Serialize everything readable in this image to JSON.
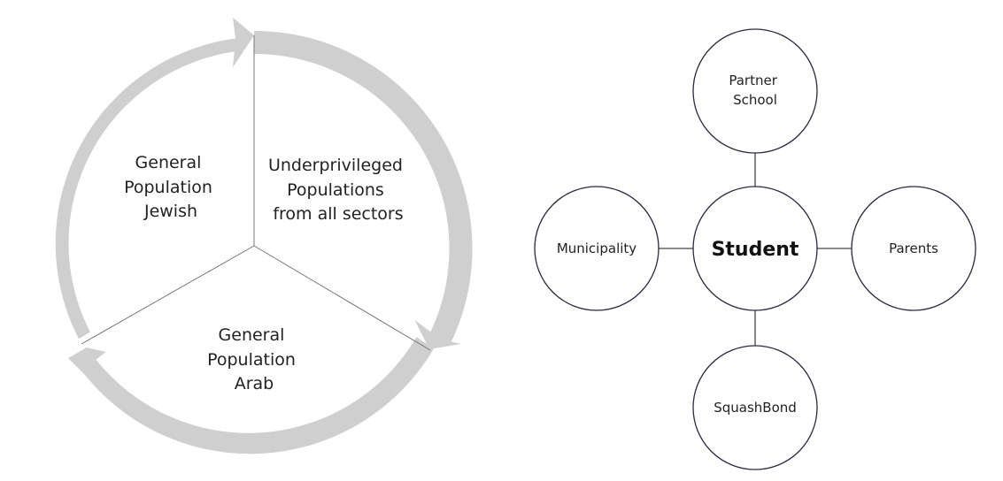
{
  "cycle": {
    "segments": [
      {
        "lines": [
          "General",
          "Population",
          "Jewish"
        ]
      },
      {
        "lines": [
          "Underprivileged",
          "Populations",
          "from all sectors"
        ]
      },
      {
        "lines": [
          "General",
          "Population",
          "Arab"
        ]
      }
    ],
    "arrow_color": "#cfcfcf",
    "divider_color": "#777777"
  },
  "hub": {
    "center": {
      "label": "Student"
    },
    "top": {
      "lines": [
        "Partner",
        "School"
      ]
    },
    "left": {
      "label": "Municipality"
    },
    "right": {
      "label": "Parents"
    },
    "bottom": {
      "label": "SquashBond"
    },
    "stroke_color": "#2a2a40"
  }
}
